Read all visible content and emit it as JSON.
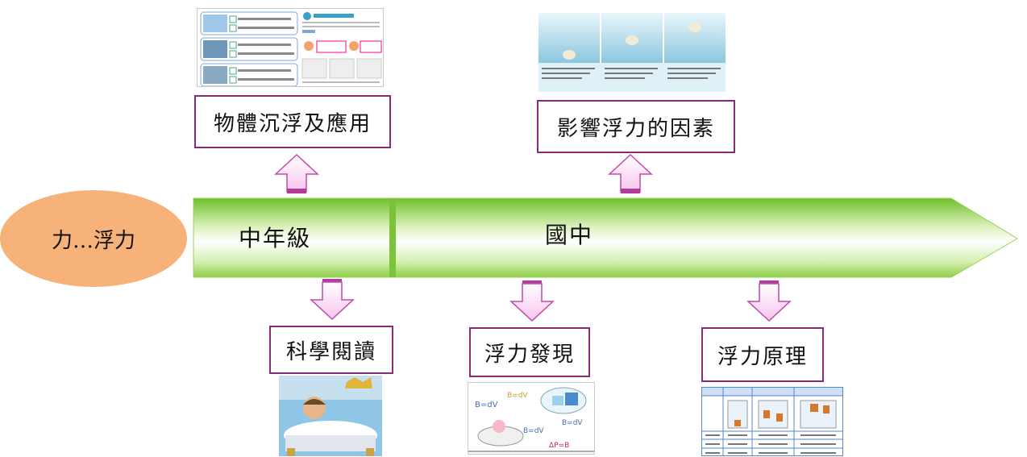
{
  "oval": {
    "label": "力…浮力"
  },
  "timeline": {
    "segment1": "中年級",
    "segment2": "國中"
  },
  "boxes": {
    "sink_float": "物體沉浮及應用",
    "factors": "影響浮力的因素",
    "reading": "科學閱讀",
    "discovery": "浮力發現",
    "principle": "浮力原理"
  },
  "colors": {
    "arrow_up": "#f3a7e7",
    "arrow_down": "#f3a7e7",
    "box_border": "#8a2a7a",
    "timeline_green": "#8ccf3f",
    "oval": "#f6b278"
  }
}
